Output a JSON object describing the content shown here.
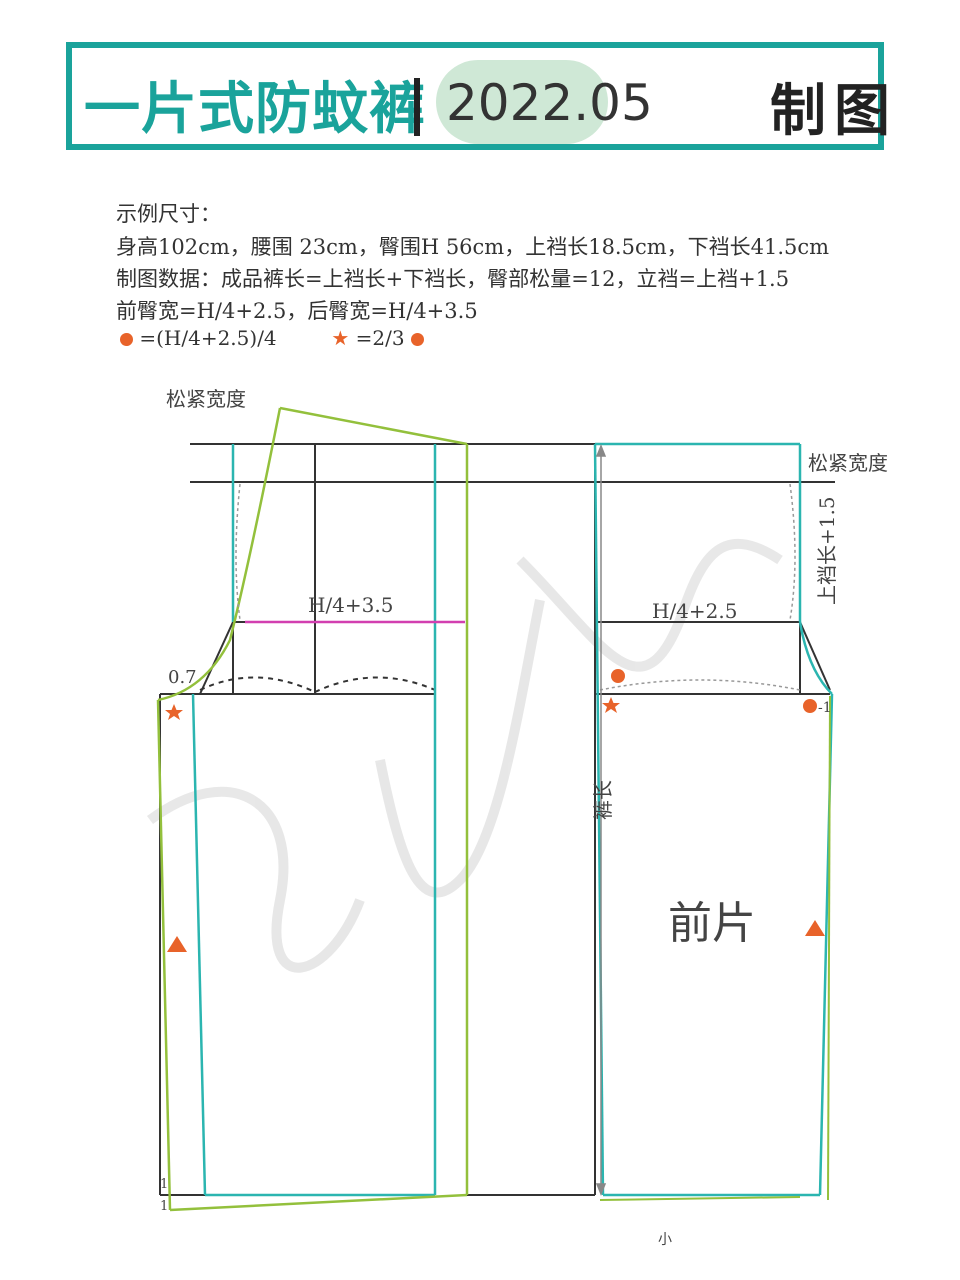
{
  "header": {
    "title": "一片式防蚊裤",
    "date": "2022.05",
    "section": "制图"
  },
  "specs": {
    "heading": "示例尺寸：",
    "line1": "身高102cm，腰围 23cm，臀围H 56cm，上裆长18.5cm，下裆长41.5cm",
    "line2": "制图数据：成品裤长=上裆长+下裆长，臀部松量=12，立裆=上裆+1.5",
    "line3": "前臀宽=H/4+2.5，后臀宽=H/4+3.5"
  },
  "legend": {
    "dot_formula": "=(H/4+2.5)/4",
    "star_formula": "=2/3"
  },
  "diagram": {
    "label_slack_left": "松紧宽度",
    "label_slack_right": "松紧宽度",
    "label_back_hip": "H/4+3.5",
    "label_front_hip": "H/4+2.5",
    "label_rise": "上裆长+1.5",
    "label_offset_07": "0.7",
    "label_minus1": "-1",
    "label_length": "裤长",
    "label_front_piece": "前片",
    "label_one_a": "1",
    "label_one_b": "1",
    "label_small": "小"
  },
  "colors": {
    "frame": "#1aa39b",
    "teal_line": "#2bb5b0",
    "green_line": "#93c03c",
    "magenta_line": "#d23fb0",
    "marker_orange": "#e8632a",
    "pill": "#cfe8d6"
  }
}
